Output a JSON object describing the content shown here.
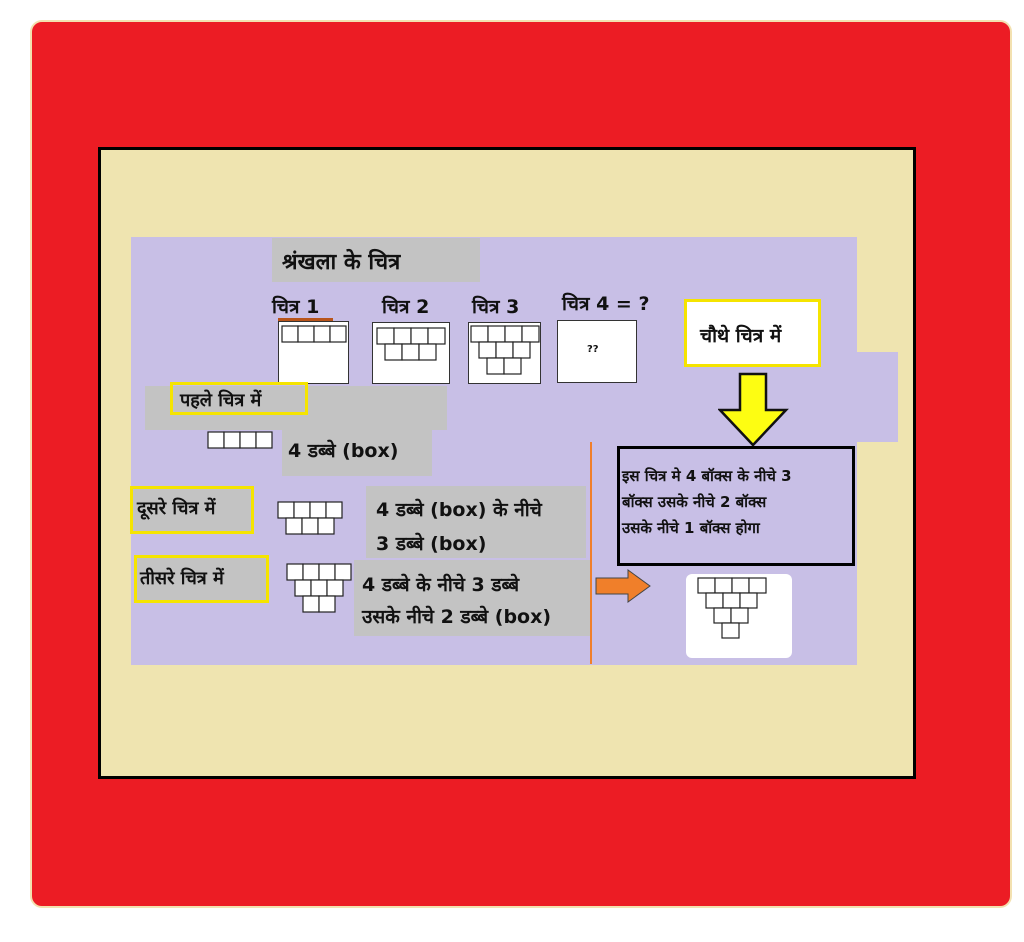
{
  "title": "श्रंखला के चित्र",
  "figures": [
    {
      "label": "चित्र 1"
    },
    {
      "label": "चित्र 2"
    },
    {
      "label": "चित्र 3"
    },
    {
      "label": "चित्र 4 = ?",
      "content": "??"
    }
  ],
  "steps": {
    "first": {
      "label": "पहले चित्र में",
      "desc": "4 डब्बे (box)"
    },
    "second": {
      "label": "दूसरे चित्र में",
      "desc_line1": "4 डब्बे (box) के नीचे",
      "desc_line2": "3 डब्बे (box)"
    },
    "third": {
      "label": "तीसरे चित्र में",
      "desc_line1": "4 डब्बे के नीचे 3 डब्बे",
      "desc_line2": "उसके नीचे 2 डब्बे (box)"
    }
  },
  "fourth": {
    "label": "चौथे चित्र में",
    "answer_line1": "इस चित्र मे 4 बॉक्स के नीचे 3",
    "answer_line2": "बॉक्स उसके नीचे 2 बॉक्स",
    "answer_line3": "उसके नीचे 1 बॉक्स होगा"
  },
  "colors": {
    "frame": "#ec1c24",
    "panel": "#efe4b0",
    "board": "#c8bfe6",
    "highlight": "#f5e400",
    "arrow": "#f07f2a"
  }
}
